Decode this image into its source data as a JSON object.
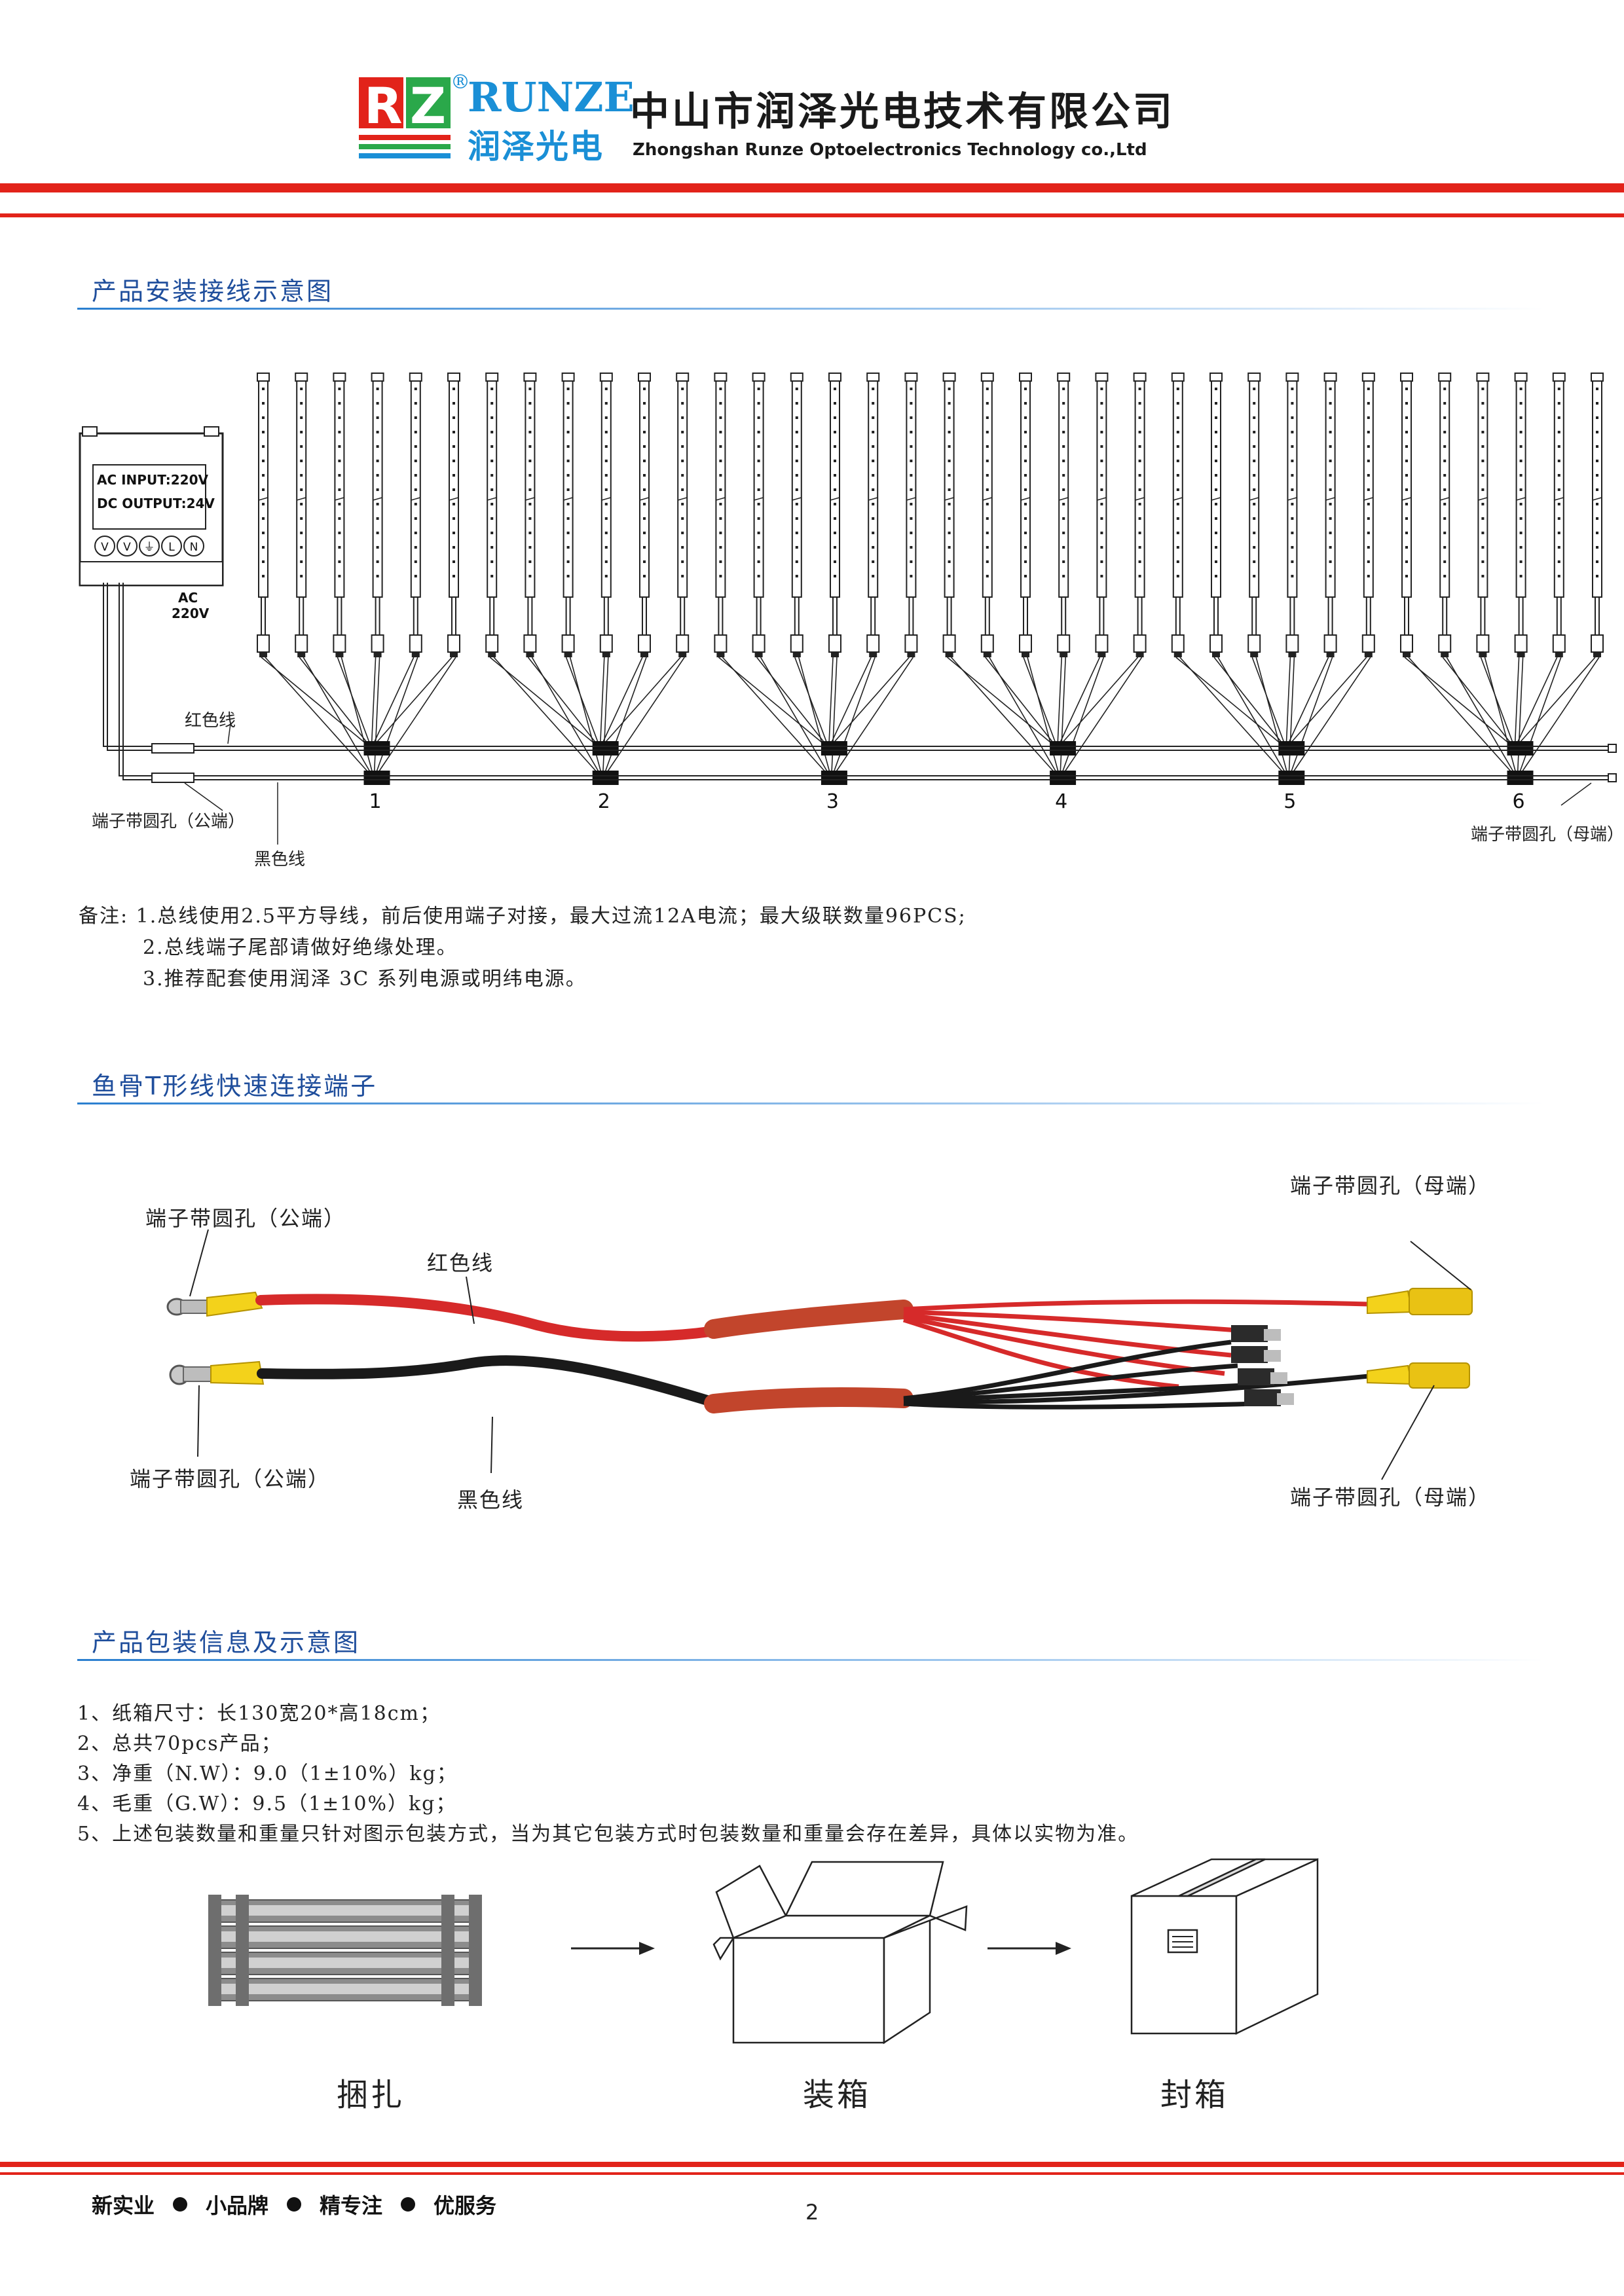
{
  "header": {
    "logo_text": "RZ",
    "registered": "®",
    "brand_en": "RUNZE",
    "brand_cn": "润泽光电",
    "company_cn": "中山市润泽光电技术有限公司",
    "company_en": "Zhongshan Runze Optoelectronics Technology co.,Ltd"
  },
  "section1": {
    "title": "产品安装接线示意图",
    "psu_line1": "AC INPUT:220V",
    "psu_line2": "DC OUTPUT:24V",
    "psu_terminals": [
      "V",
      "V",
      "⏚",
      "L",
      "N"
    ],
    "ac_label_1": "AC",
    "ac_label_2": "220V",
    "red_wire": "红色线",
    "black_wire": "黑色线",
    "male_end": "端子带圆孔（公端）",
    "female_end": "端子带圆孔（母端）",
    "group_numbers": [
      "1",
      "2",
      "3",
      "4",
      "5",
      "6"
    ],
    "notes": [
      "备注: 1.总线使用2.5平方导线，前后使用端子对接，最大过流12A电流；最大级联数量96PCS;",
      "2.总线端子尾部请做好绝缘处理。",
      "3.推荐配套使用润泽 3C 系列电源或明纬电源。"
    ]
  },
  "section2": {
    "title": "鱼骨T形线快速连接端子",
    "male_top": "端子带圆孔（公端）",
    "red_wire": "红色线",
    "female_top": "端子带圆孔（母端）",
    "male_bottom": "端子带圆孔（公端）",
    "black_wire": "黑色线",
    "female_bottom": "端子带圆孔（母端）"
  },
  "section3": {
    "title": "产品包装信息及示意图",
    "items": [
      "1、纸箱尺寸：长130宽20*高18cm；",
      "2、总共70pcs产品；",
      "3、净重（N.W）：9.0（1±10%）kg；",
      "4、毛重（G.W）：9.5（1±10%）kg；",
      "5、上述包装数量和重量只针对图示包装方式，当为其它包装方式时包装数量和重量会存在差异，具体以实物为准。"
    ],
    "steps": [
      "捆扎",
      "装箱",
      "封箱"
    ]
  },
  "footer": {
    "slogans": [
      "新实业",
      "小品牌",
      "精专注",
      "优服务"
    ],
    "page_number": "2"
  },
  "colors": {
    "header_red": "#e2231a",
    "title_blue": "#1f4e9c",
    "logo_green": "#2aa84a",
    "runze_blue": "#1a8fd6"
  }
}
